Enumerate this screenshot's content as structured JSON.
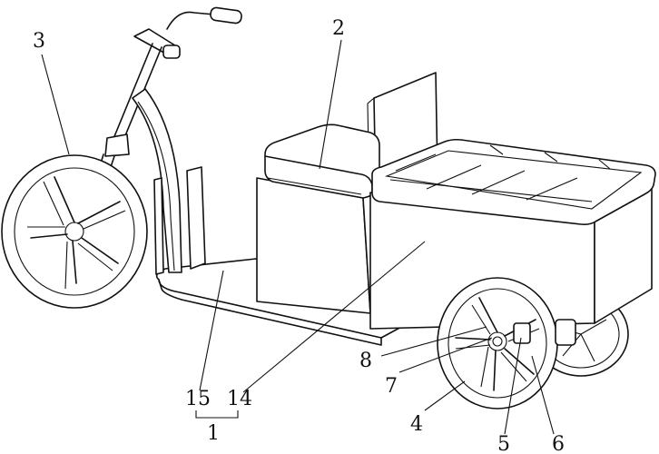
{
  "labels": {
    "l1": "1",
    "l2": "2",
    "l3": "3",
    "l4": "4",
    "l5": "5",
    "l6": "6",
    "l7": "7",
    "l8": "8",
    "l14": "14",
    "l15": "15"
  }
}
